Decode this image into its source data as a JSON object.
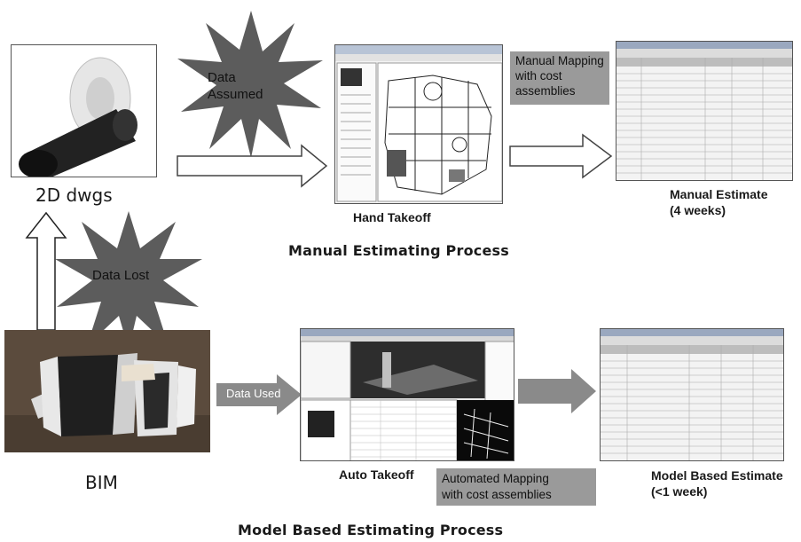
{
  "labels": {
    "two_d_dwgs": "2D dwgs",
    "bim": "BIM",
    "hand_takeoff": "Hand Takeoff",
    "auto_takeoff": "Auto Takeoff",
    "manual_estimate_line1": "Manual Estimate",
    "manual_estimate_line2": "(4 weeks)",
    "model_estimate_line1": "Model Based Estimate",
    "model_estimate_line2": "(<1 week)"
  },
  "titles": {
    "manual_process": "Manual Estimating Process",
    "model_process": "Model Based Estimating Process"
  },
  "bursts": {
    "data_assumed_line1": "Data",
    "data_assumed_line2": "Assumed",
    "data_lost": "Data Lost"
  },
  "boxes": {
    "manual_mapping_line1": "Manual Mapping",
    "manual_mapping_line2": "with cost",
    "manual_mapping_line3": "assemblies",
    "automated_mapping_line1": "Automated Mapping",
    "automated_mapping_line2": "with cost assemblies",
    "data_used": "Data Used"
  },
  "colors": {
    "burst_fill": "#5c5c5c",
    "gray_box": "#9a9a9a",
    "arrow_fill": "#8a8a8a"
  }
}
